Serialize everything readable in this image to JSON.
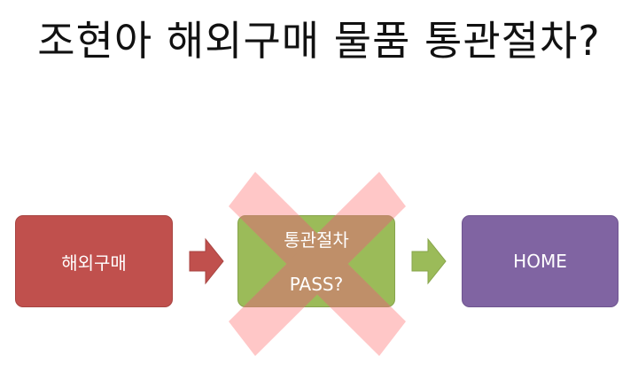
{
  "title": "조현아 해외구매 물품 통관절차?",
  "steps": [
    {
      "label": "해외구매",
      "color": "#c0504d"
    },
    {
      "label_line1": "통관절차",
      "label_line2": "PASS?",
      "color": "#9bbb59"
    },
    {
      "label": "HOME",
      "color": "#8064a2"
    }
  ],
  "arrows": [
    {
      "color": "#c0504d"
    },
    {
      "color": "#9bbb59"
    }
  ],
  "cross_mark": {
    "color": "#ffcccc",
    "meaning": "x-mark-over-customs"
  }
}
